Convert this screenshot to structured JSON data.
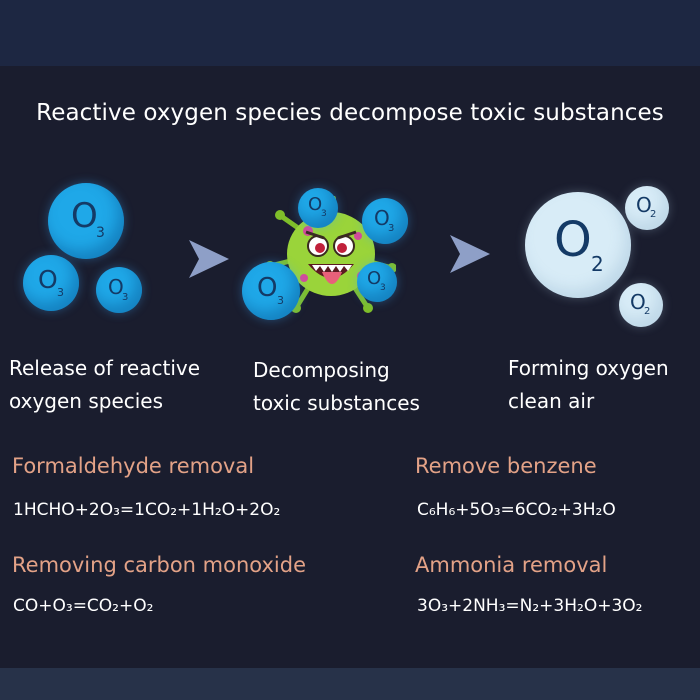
{
  "headline": "Reactive oxygen species decompose toxic substances",
  "molecules": {
    "ozone": {
      "symbol": "O",
      "subscript": "3"
    },
    "oxygen": {
      "symbol": "O",
      "subscript": "2"
    }
  },
  "steps": [
    {
      "line1": "Release of reactive",
      "line2": "oxygen species"
    },
    {
      "line1": "Decomposing",
      "line2": "toxic substances"
    },
    {
      "line1": "Forming oxygen",
      "line2": "clean air"
    }
  ],
  "reactions": [
    {
      "title": "Formaldehyde removal",
      "formula": "1HCHO+2O₃=1CO₂+1H₂O+2O₂"
    },
    {
      "title": "Remove benzene",
      "formula": "C₆H₆+5O₃=6CO₂+3H₂O"
    },
    {
      "title": "Removing carbon monoxide",
      "formula": "CO+O₃=CO₂+O₂"
    },
    {
      "title": "Ammonia removal",
      "formula": "3O₃+2NH₃=N₂+3H₂O+3O₂"
    }
  ],
  "colors": {
    "background": "#1a1d2e",
    "ozone_bubble": "#1fa8e8",
    "oxygen_bubble": "#d8ecf7",
    "heading_accent": "#e3a287",
    "arrow": "#8e9fc7"
  },
  "icons": [
    "arrow-right-icon",
    "germ-icon"
  ]
}
